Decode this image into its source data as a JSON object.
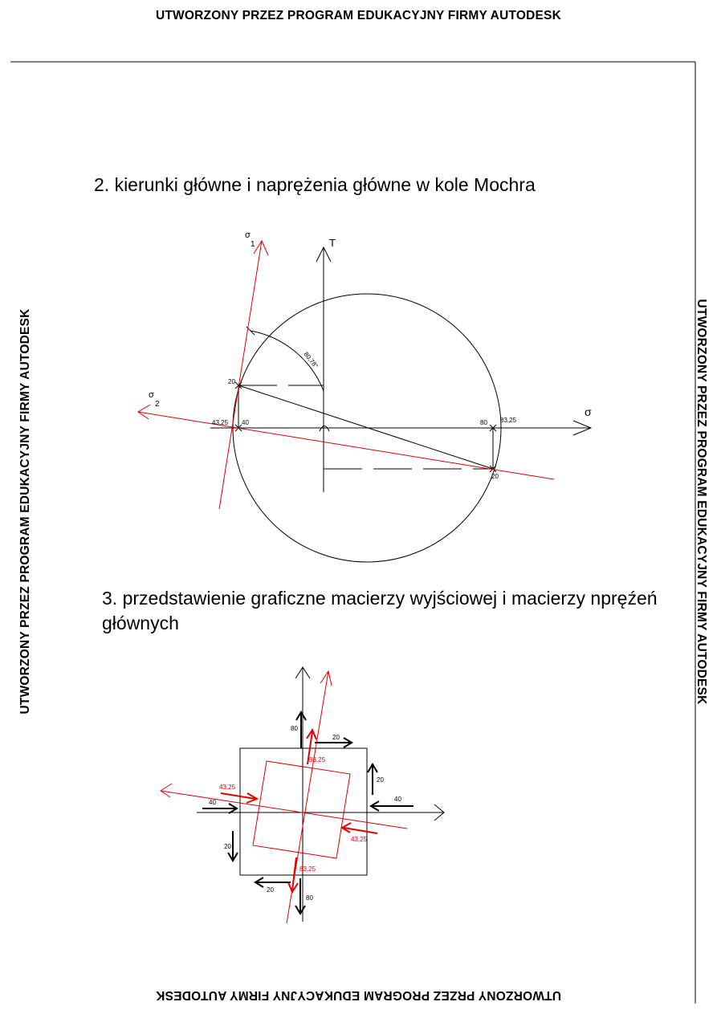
{
  "watermark": "UTWORZONY PRZEZ PROGRAM EDUKACYJNY FIRMY AUTODESK",
  "section2": {
    "heading": "2. kierunki główne i naprężenia główne w kole Mochra",
    "axis_tau": "T",
    "axis_sigma": "σ",
    "sigma1_letter": "σ",
    "sigma1_sub": "1",
    "sigma2_letter": "σ",
    "sigma2_sub": "2",
    "angle": "80,78°",
    "labels": {
      "p20_left": "20",
      "v43_left": "43,25",
      "v40": "40",
      "v80": "80",
      "v83_right": "83,25",
      "p20_right": "20"
    }
  },
  "section3": {
    "heading": "3. przedstawienie graficzne macierzy wyjściowej i macierzy npręźeń głównych",
    "labels": {
      "top80": "80",
      "top20": "20",
      "red83_top": "83,25",
      "right20": "20",
      "right40": "40",
      "red43_left": "43,25",
      "left40": "40",
      "left20": "20",
      "red43_right": "43,25",
      "red83_bottom": "83,25",
      "bottom20": "20",
      "bottom80": "80"
    }
  },
  "colors": {
    "ink": "#000000",
    "red": "#e00000"
  }
}
